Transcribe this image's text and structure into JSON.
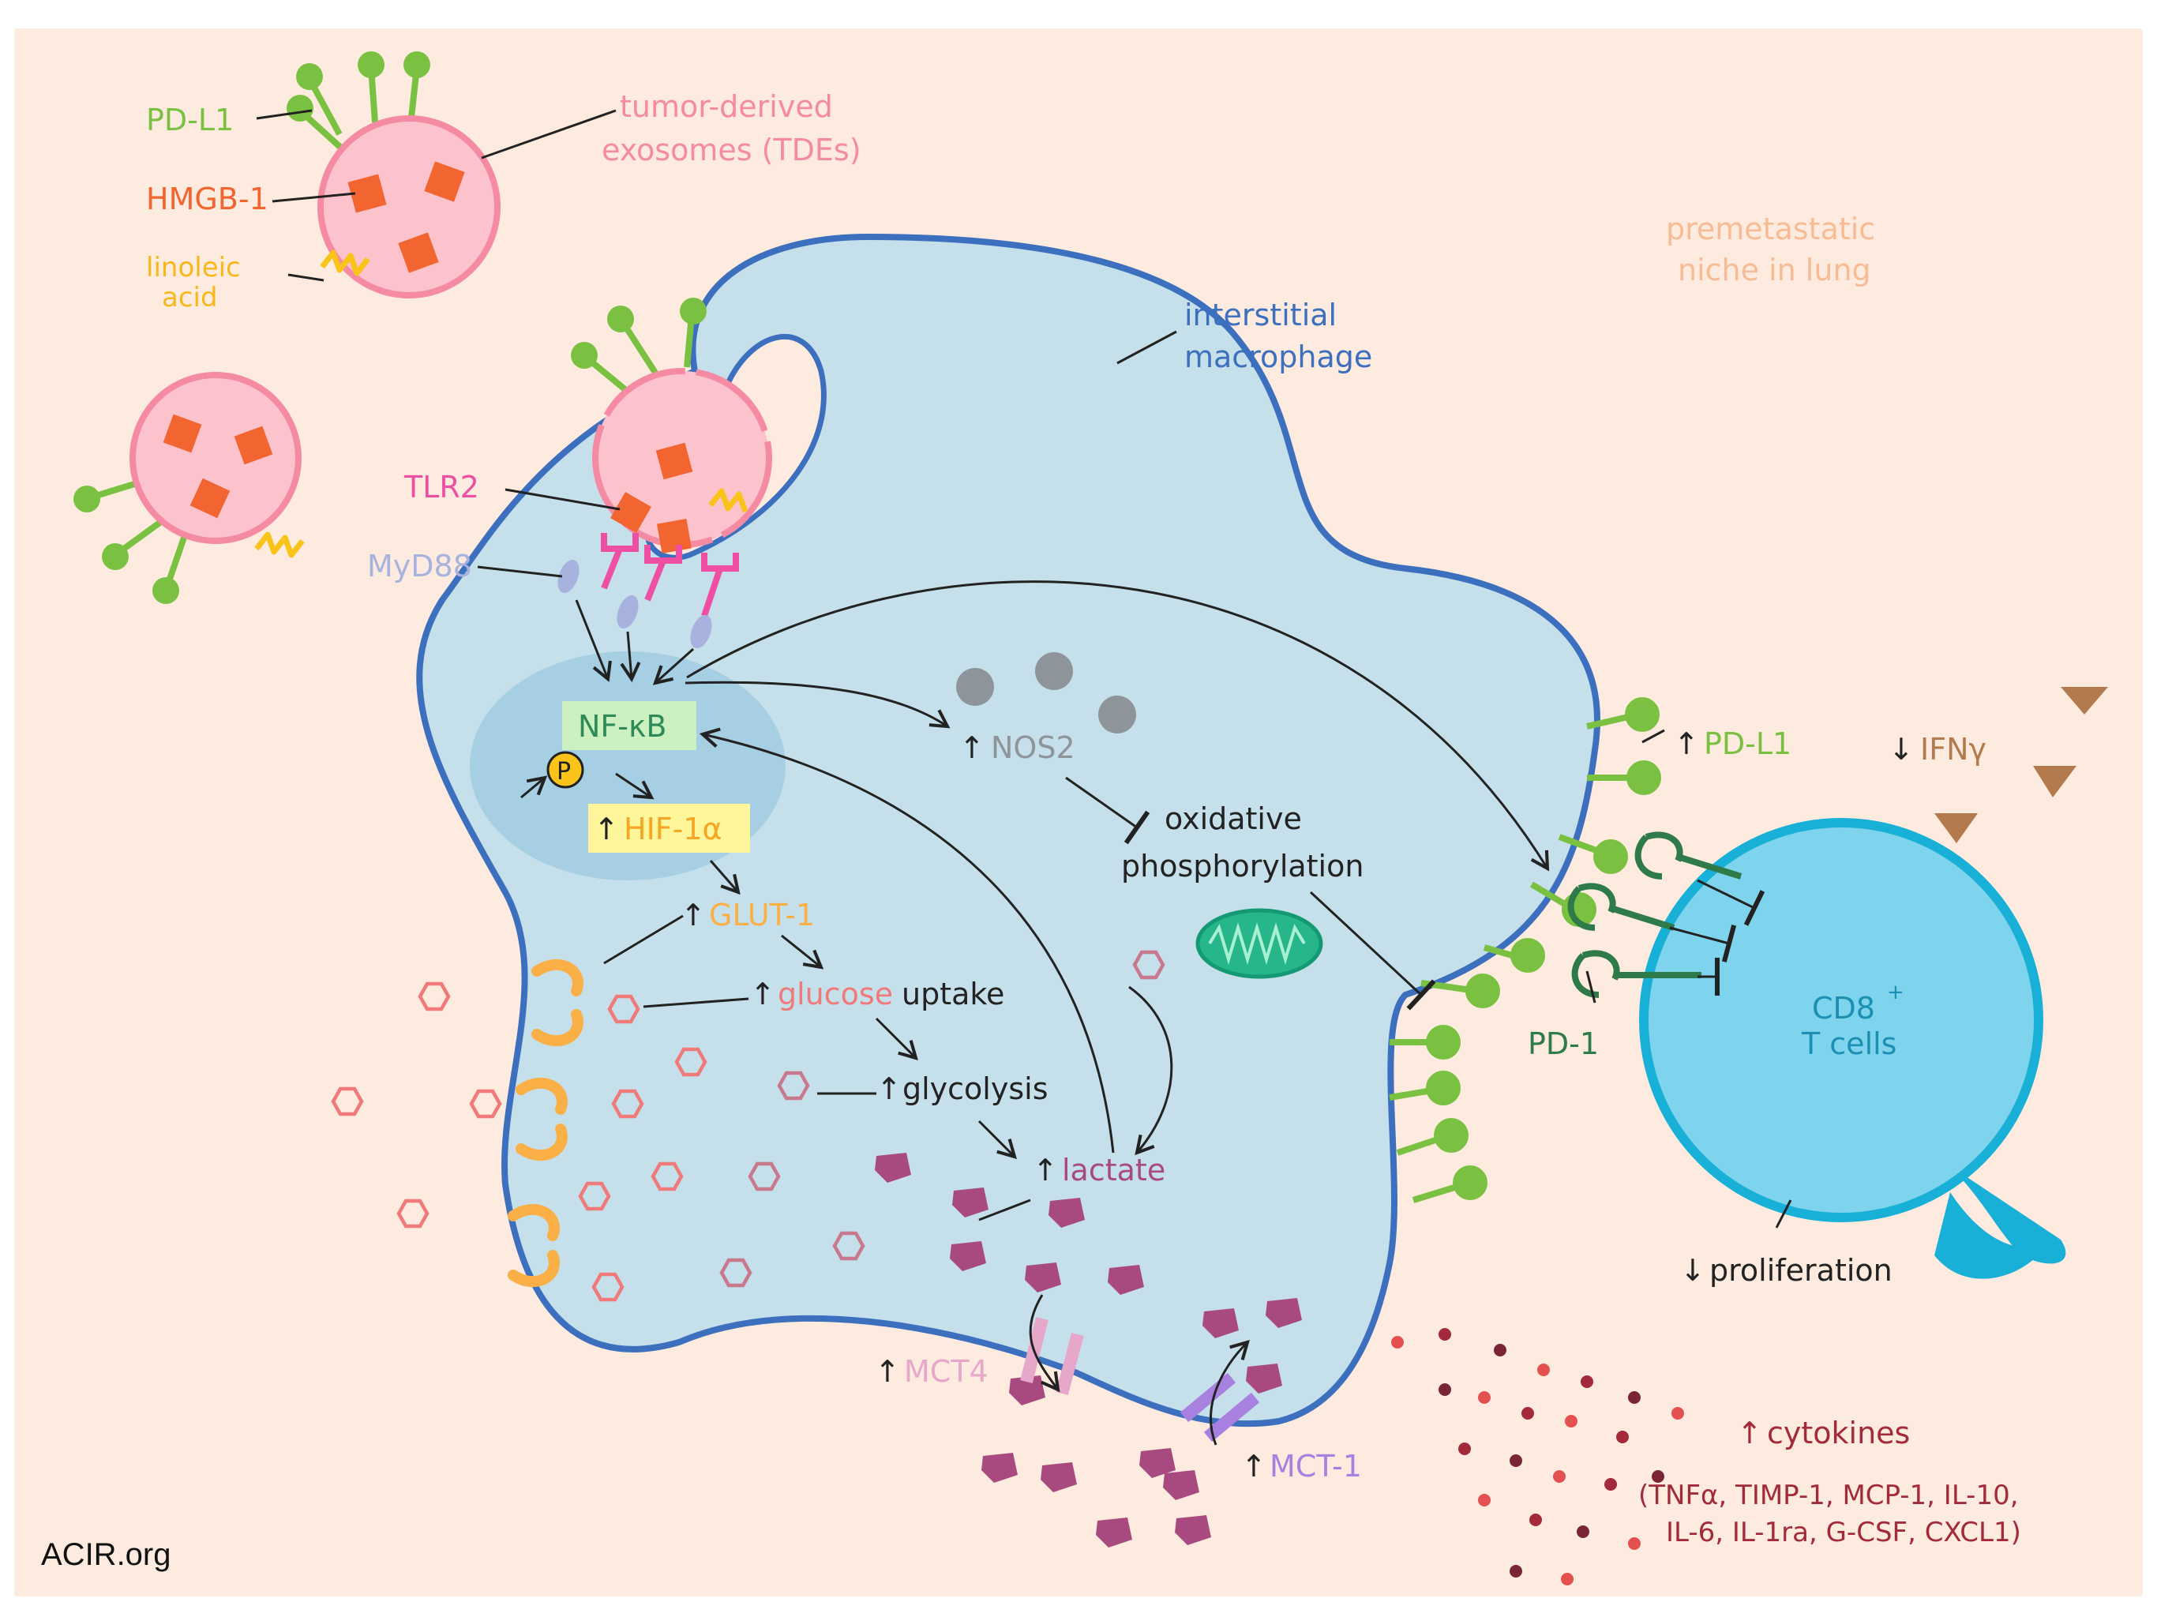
{
  "colors": {
    "background": "#fdebdf",
    "macrophage_fill": "#c5e0ea",
    "macrophage_outline": "#3d6fbf",
    "nucleus": "#a6cfe3",
    "exosome_fill": "#fcc3cd",
    "exosome_outline": "#f58aa3",
    "hmgb1": "#f26430",
    "pdl1": "#7ac142",
    "linoleic": "#f9c31a",
    "tlr2": "#ee4fa2",
    "myd88": "#a7b3de",
    "tcell_fill": "#7ed3ed",
    "tcell_outline": "#19b0d8",
    "pd1": "#2e7a49",
    "lactate": "#a8497f",
    "glucose": "#f07a7a",
    "glut1": "#fbb047",
    "mct4": "#e7a7cb",
    "mct1": "#a880e0",
    "nos2": "#8d949a",
    "ifng": "#b37a4d",
    "cytokine_red": "#a22a3b",
    "mito": "#27b58a"
  },
  "labels": {
    "pdl1_exo": "PD-L1",
    "hmgb1": "HMGB-1",
    "linoleic_1": "linoleic",
    "linoleic_2": "acid",
    "tde_1": "tumor-derived",
    "tde_2": "exosomes (TDEs)",
    "niche_1": "premetastatic",
    "niche_2": "niche in lung",
    "macrophage_1": "interstitial",
    "macrophage_2": "macrophage",
    "tlr2": "TLR2",
    "myd88": "MyD88",
    "nfkb": "NF-κB",
    "phospho": "P",
    "hif1a": "HIF-1α",
    "glut1": "GLUT-1",
    "glucose": "glucose",
    "uptake": "uptake",
    "glycolysis": "glycolysis",
    "lactate": "lactate",
    "nos2": "NOS2",
    "oxidative": "oxidative",
    "phosphorylation": "phosphorylation",
    "pdl1_mac": "PD-L1",
    "ifng": "IFNγ",
    "pd1": "PD-1",
    "cd8": "CD8",
    "cd8_sup": "+",
    "tcells": "T cells",
    "proliferation": "proliferation",
    "mct4": "MCT4",
    "mct1": "MCT-1",
    "cytokines": "cytokines",
    "cytokine_list_1": "(TNFα, TIMP-1, MCP-1, IL-10,",
    "cytokine_list_2": "IL-6, IL-1ra, G-CSF, CXCL1)",
    "up": "↑",
    "down": "↓",
    "credit": "ACIR.org"
  }
}
